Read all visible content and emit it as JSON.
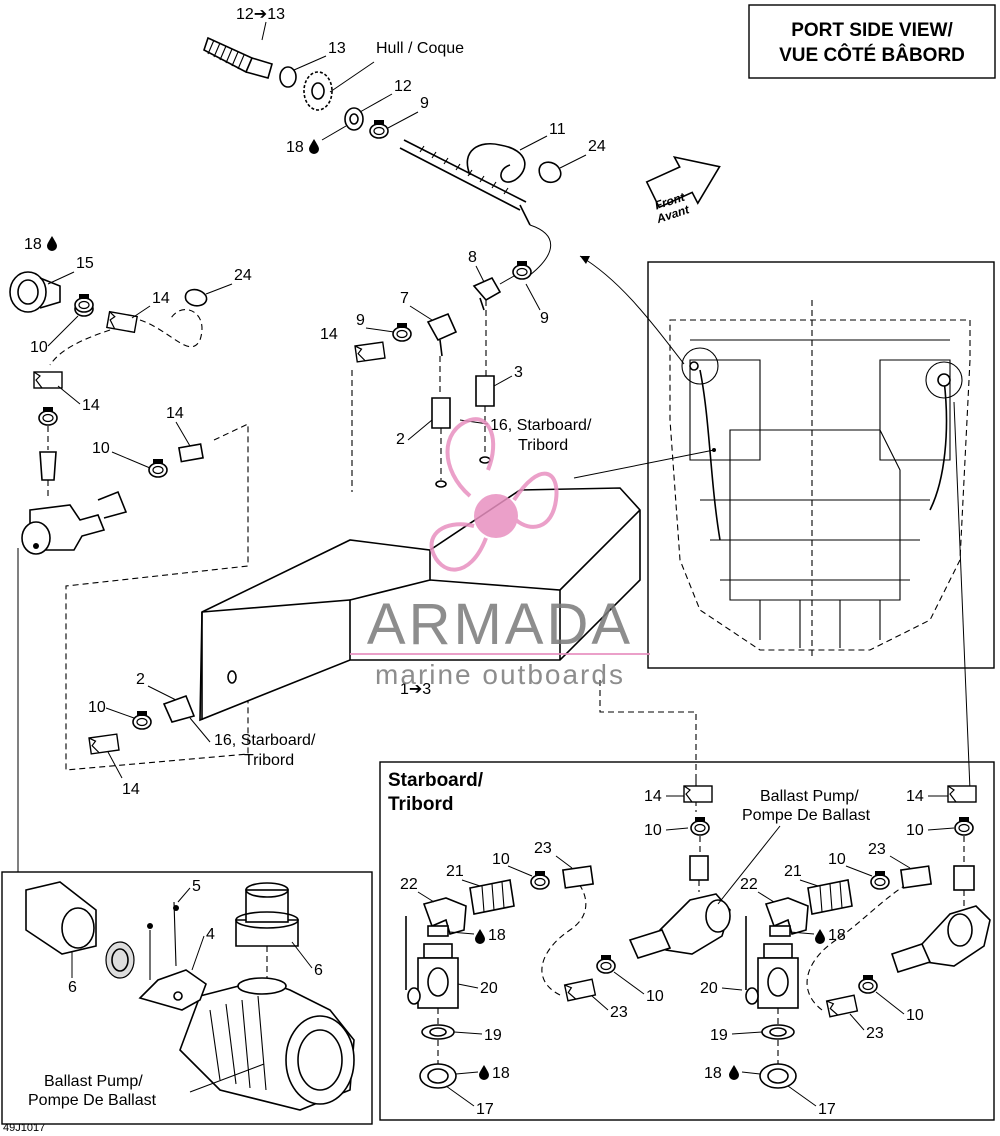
{
  "title_box": {
    "line1": "PORT SIDE VIEW/",
    "line2": "VUE CÔTÉ BÂBORD"
  },
  "front_arrow": {
    "line1": "Front",
    "line2": "Avant"
  },
  "hull_label": "Hull / Coque",
  "figure_code": "49J1017",
  "inset_starboard": {
    "line1": "Starboard/",
    "line2": "Tribord"
  },
  "watermark": {
    "brand": "ARMADA",
    "tagline": "marine outboards",
    "color": "#e890c0"
  },
  "icons": {
    "sealant": "drop-icon",
    "arrow": "arrow-right-icon"
  },
  "labels": {
    "l_12_13": "12➔13",
    "l_13": "13",
    "l_12": "12",
    "l_9a": "9",
    "l_18a": "18",
    "l_11": "11",
    "l_24a": "24",
    "l_18b": "18",
    "l_15": "15",
    "l_24b": "24",
    "l_14a": "14",
    "l_10a": "10",
    "l_14b": "14",
    "l_14c": "14",
    "l_10b": "10",
    "l_8": "8",
    "l_9b": "9",
    "l_7": "7",
    "l_9c": "9",
    "l_14d": "14",
    "l_3": "3",
    "l_2a": "2",
    "l_16a": "16, Starboard/",
    "l_16a2": "Tribord",
    "l_1_3": "1➔3",
    "l_2b": "2",
    "l_10c": "10",
    "l_16b": "16, Starboard/",
    "l_16b2": "Tribord",
    "l_14e": "14",
    "l_5": "5",
    "l_4": "4",
    "l_6a": "6",
    "l_6b": "6",
    "ballast_left1": "Ballast Pump/",
    "ballast_left2": "Pompe De Ballast",
    "ballast_right1": "Ballast Pump/",
    "ballast_right2": "Pompe De Ballast",
    "r_14a": "14",
    "r_10a": "10",
    "r_14b": "14",
    "r_10b": "10",
    "r_23a": "23",
    "r_10c": "10",
    "r_21a": "21",
    "r_22a": "22",
    "r_18a": "18",
    "r_20a": "20",
    "r_19a": "19",
    "r_18b": "18",
    "r_17a": "17",
    "r_10d": "10",
    "r_23b": "23",
    "r_23c": "23",
    "r_10e": "10",
    "r_21b": "21",
    "r_22b": "22",
    "r_18c": "18",
    "r_20b": "20",
    "r_23d": "23",
    "r_10f": "10",
    "r_19b": "19",
    "r_18d": "18",
    "r_17b": "17"
  }
}
